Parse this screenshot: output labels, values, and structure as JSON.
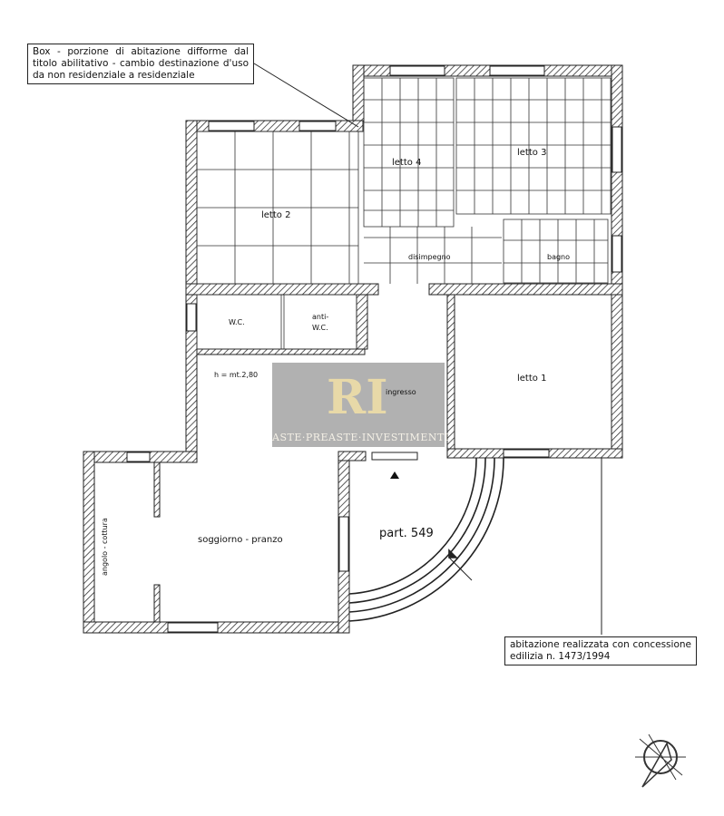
{
  "notes": {
    "box": "Box - porzione di abitazione difforme dal titolo abilitativo - cambio destinazione d'uso da non residenziale a residenziale",
    "concessione": "abitazione realizzata con concessione edilizia n. 1473/1994"
  },
  "rooms": {
    "letto4": "letto 4",
    "letto3": "letto 3",
    "letto2": "letto 2",
    "disimpegno": "disimpegno",
    "bagno": "bagno",
    "wc": "W.C.",
    "anti_wc_1": "anti-",
    "anti_wc_2": "W.C.",
    "height": "h = mt.2,80",
    "ingresso": "ingresso",
    "letto1": "letto 1",
    "soggiorno": "soggiorno - pranzo",
    "angolo_cottura": "angolo - cottura",
    "part": "part. 549"
  },
  "watermark": {
    "logo": "RI",
    "brand": "ASTE·PREASTE·INVESTIMENTI"
  },
  "colors": {
    "wall": "#222222",
    "watermark": "#a0a0a0"
  }
}
